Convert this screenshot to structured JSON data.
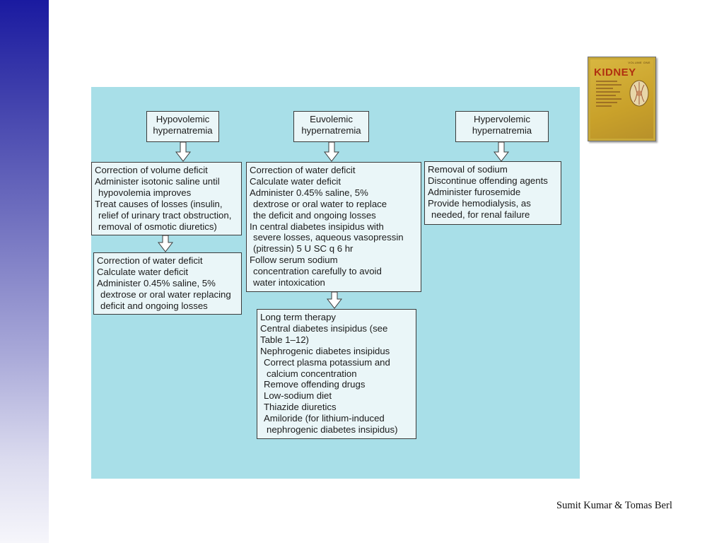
{
  "diagram": {
    "columns": {
      "hypovolemic": {
        "title": [
          "Hypovolemic",
          "hypernatremia"
        ],
        "step1": [
          "Correction of volume deficit",
          "Administer isotonic saline until",
          " hypovolemia improves",
          "Treat causes of losses (insulin,",
          " relief of urinary tract obstruction,",
          " removal of osmotic diuretics)"
        ],
        "step2": [
          "Correction of water deficit",
          "Calculate water deficit",
          "Administer 0.45% saline, 5%",
          " dextrose or oral water replacing",
          " deficit and ongoing losses"
        ]
      },
      "euvolemic": {
        "title": [
          "Euvolemic",
          "hypernatremia"
        ],
        "step1": [
          "Correction of water deficit",
          "Calculate water deficit",
          "Administer 0.45% saline, 5%",
          " dextrose or oral water to replace",
          " the deficit and ongoing losses",
          "In central diabetes insipidus with",
          " severe losses, aqueous vasopressin",
          " (pitressin) 5 U SC q 6 hr",
          "Follow serum sodium",
          " concentration carefully to avoid",
          " water intoxication"
        ],
        "step2": [
          "Long term therapy",
          "Central diabetes insipidus (see",
          "Table 1–12)",
          "Nephrogenic diabetes insipidus",
          " Correct plasma potassium and",
          "  calcium concentration",
          " Remove offending drugs",
          " Low-sodium diet",
          " Thiazide diuretics",
          " Amiloride (for lithium-induced",
          "  nephrogenic diabetes insipidus)"
        ]
      },
      "hypervolemic": {
        "title": [
          "Hypervolemic",
          "hypernatremia"
        ],
        "step1": [
          "Removal of sodium",
          "Discontinue offending agents",
          "Administer furosemide",
          "Provide hemodialysis, as",
          " needed, for renal failure"
        ]
      }
    }
  },
  "book_cover": {
    "volume": "VOLUME ONE",
    "title": "KIDNEY"
  },
  "credit": "Sumit Kumar & Tomas Berl",
  "colors": {
    "figure_bg": "#a8dfe8",
    "box_bg": "#eaf6f8",
    "sidebar_top": "#1a1aa0"
  }
}
